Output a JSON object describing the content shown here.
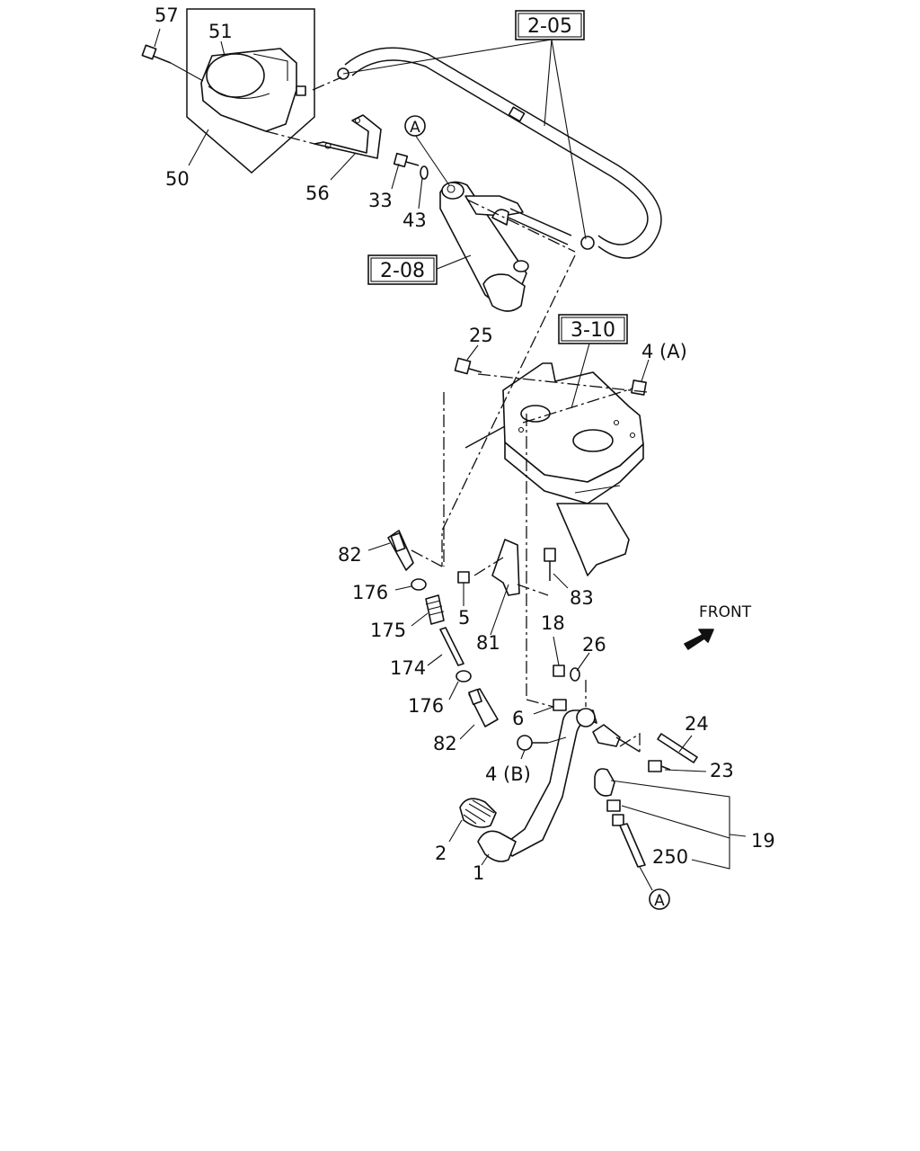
{
  "diagram": {
    "reference_boxes": [
      "2-05",
      "2-08",
      "3-10"
    ],
    "circle_marker": "A",
    "front_label": "FRONT",
    "part_labels": {
      "p57": "57",
      "p51": "51",
      "p50": "50",
      "p56": "56",
      "p33": "33",
      "p43": "43",
      "p25": "25",
      "p4a": "4 (A)",
      "p82a": "82",
      "p176a": "176",
      "p175": "175",
      "p174": "174",
      "p176b": "176",
      "p82b": "82",
      "p5": "5",
      "p81": "81",
      "p83": "83",
      "p18": "18",
      "p26": "26",
      "p6": "6",
      "p24": "24",
      "p4b": "4 (B)",
      "p23": "23",
      "p2": "2",
      "p1": "1",
      "p250": "250",
      "p19": "19"
    }
  }
}
